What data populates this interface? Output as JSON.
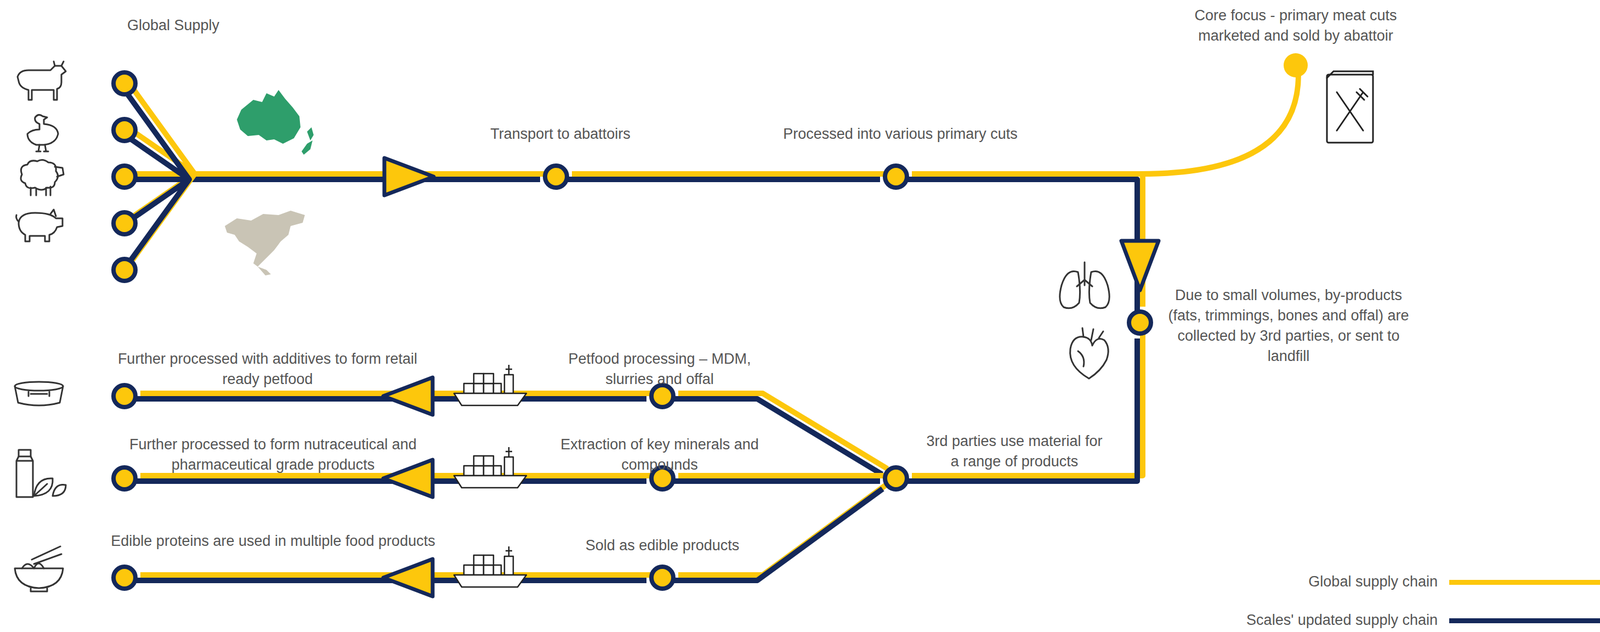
{
  "diagram": {
    "nodes": [
      {
        "text": [
          "Global Supply"
        ]
      },
      {
        "text": [
          "Transport to abattoirs"
        ]
      },
      {
        "text": [
          "Processed into various primary cuts"
        ]
      },
      {
        "text": [
          "Core focus - primary meat cuts marketed and sold by abattoir"
        ]
      },
      {
        "text": [
          "Due to small volumes, by-products (fats, trimmings, bones and offal) are collected by 3rd parties, or sent to landfill"
        ]
      },
      {
        "text": [
          "3rd parties use material for a range of products"
        ]
      },
      {
        "text": [
          "Petfood processing – MDM, slurries and offal"
        ]
      },
      {
        "text": [
          "Extraction of key minerals and compounds"
        ]
      },
      {
        "text": [
          "Sold as edible products"
        ]
      },
      {
        "text": [
          "Further processed with additives to form retail ready petfood"
        ]
      },
      {
        "text": [
          "Further processed to form nutraceutical and pharmaceutical grade products"
        ]
      },
      {
        "text": [
          "Edible proteins are used in multiple food products"
        ]
      }
    ],
    "edges": [
      {
        "from": 0,
        "to": 1,
        "arrow": "to"
      },
      {
        "from": 1,
        "to": 2,
        "arrow": "none"
      },
      {
        "from": 2,
        "to": 3,
        "arrow": "none"
      },
      {
        "from": 2,
        "to": 4,
        "arrow": "to"
      },
      {
        "from": 4,
        "to": 5,
        "arrow": "none"
      },
      {
        "from": 5,
        "to": 6,
        "arrow": "none"
      },
      {
        "from": 5,
        "to": 7,
        "arrow": "none"
      },
      {
        "from": 5,
        "to": 8,
        "arrow": "none"
      },
      {
        "from": 6,
        "to": 9,
        "arrow": "to"
      },
      {
        "from": 7,
        "to": 10,
        "arrow": "to"
      },
      {
        "from": 8,
        "to": 11,
        "arrow": "to"
      }
    ],
    "legend": [
      {
        "text": "Global supply chain",
        "color": "#FDC70C"
      },
      {
        "text": "Scales' updated supply chain",
        "color": "#14285A"
      }
    ]
  }
}
